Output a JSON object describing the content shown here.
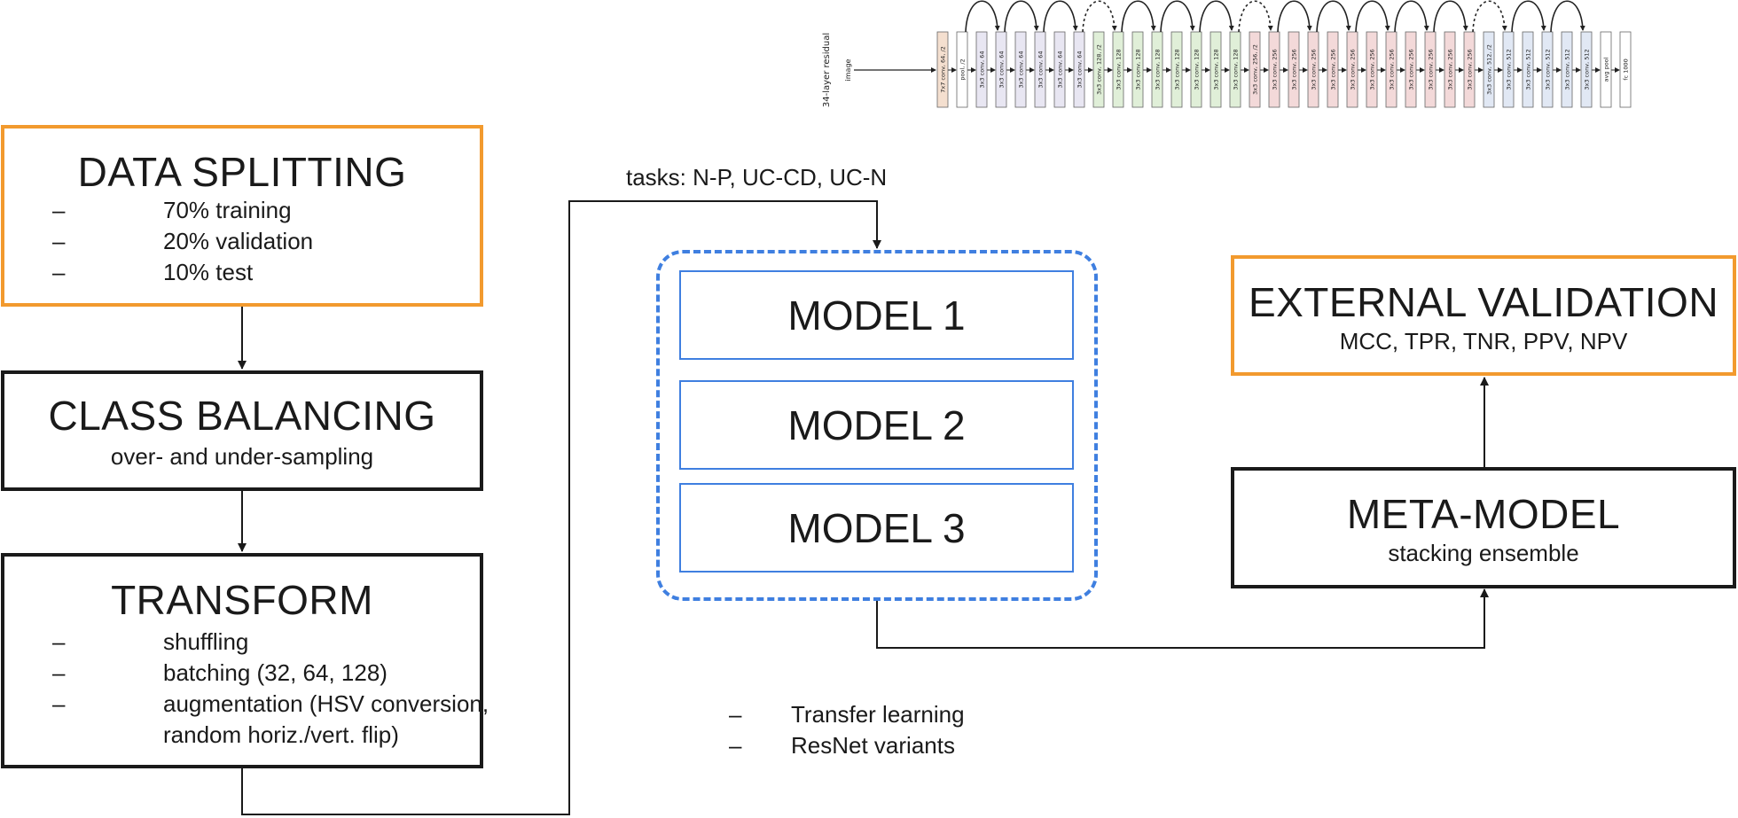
{
  "resnet": {
    "row_label": "34-layer residual",
    "input_label": "image",
    "layers": [
      {
        "label": "7x7 conv, 64, /2",
        "group": "stem"
      },
      {
        "label": "pool, /2",
        "group": "pool"
      },
      {
        "label": "3x3 conv, 64",
        "group": "c64"
      },
      {
        "label": "3x3 conv, 64",
        "group": "c64"
      },
      {
        "label": "3x3 conv, 64",
        "group": "c64"
      },
      {
        "label": "3x3 conv, 64",
        "group": "c64"
      },
      {
        "label": "3x3 conv, 64",
        "group": "c64"
      },
      {
        "label": "3x3 conv, 64",
        "group": "c64"
      },
      {
        "label": "3x3 conv, 128, /2",
        "group": "c128"
      },
      {
        "label": "3x3 conv, 128",
        "group": "c128"
      },
      {
        "label": "3x3 conv, 128",
        "group": "c128"
      },
      {
        "label": "3x3 conv, 128",
        "group": "c128"
      },
      {
        "label": "3x3 conv, 128",
        "group": "c128"
      },
      {
        "label": "3x3 conv, 128",
        "group": "c128"
      },
      {
        "label": "3x3 conv, 128",
        "group": "c128"
      },
      {
        "label": "3x3 conv, 128",
        "group": "c128"
      },
      {
        "label": "3x3 conv, 256, /2",
        "group": "c256"
      },
      {
        "label": "3x3 conv, 256",
        "group": "c256"
      },
      {
        "label": "3x3 conv, 256",
        "group": "c256"
      },
      {
        "label": "3x3 conv, 256",
        "group": "c256"
      },
      {
        "label": "3x3 conv, 256",
        "group": "c256"
      },
      {
        "label": "3x3 conv, 256",
        "group": "c256"
      },
      {
        "label": "3x3 conv, 256",
        "group": "c256"
      },
      {
        "label": "3x3 conv, 256",
        "group": "c256"
      },
      {
        "label": "3x3 conv, 256",
        "group": "c256"
      },
      {
        "label": "3x3 conv, 256",
        "group": "c256"
      },
      {
        "label": "3x3 conv, 256",
        "group": "c256"
      },
      {
        "label": "3x3 conv, 256",
        "group": "c256"
      },
      {
        "label": "3x3 conv, 512, /2",
        "group": "c512"
      },
      {
        "label": "3x3 conv, 512",
        "group": "c512"
      },
      {
        "label": "3x3 conv, 512",
        "group": "c512"
      },
      {
        "label": "3x3 conv, 512",
        "group": "c512"
      },
      {
        "label": "3x3 conv, 512",
        "group": "c512"
      },
      {
        "label": "3x3 conv, 512",
        "group": "c512"
      },
      {
        "label": "avg pool",
        "group": "pool"
      },
      {
        "label": "fc 1000",
        "group": "fc"
      }
    ],
    "group_colors": {
      "stem": "#f4dfcf",
      "pool": "#ffffff",
      "c64": "#e8e6f2",
      "c128": "#e0efd8",
      "c256": "#f3d9d9",
      "c512": "#e1e8f4",
      "fc": "#ffffff"
    },
    "skips": [
      {
        "from": 1,
        "to": 3,
        "dashed": false
      },
      {
        "from": 3,
        "to": 5,
        "dashed": false
      },
      {
        "from": 5,
        "to": 7,
        "dashed": false
      },
      {
        "from": 7,
        "to": 9,
        "dashed": true
      },
      {
        "from": 9,
        "to": 11,
        "dashed": false
      },
      {
        "from": 11,
        "to": 13,
        "dashed": false
      },
      {
        "from": 13,
        "to": 15,
        "dashed": false
      },
      {
        "from": 15,
        "to": 17,
        "dashed": true
      },
      {
        "from": 17,
        "to": 19,
        "dashed": false
      },
      {
        "from": 19,
        "to": 21,
        "dashed": false
      },
      {
        "from": 21,
        "to": 23,
        "dashed": false
      },
      {
        "from": 23,
        "to": 25,
        "dashed": false
      },
      {
        "from": 25,
        "to": 27,
        "dashed": false
      },
      {
        "from": 27,
        "to": 29,
        "dashed": true
      },
      {
        "from": 29,
        "to": 31,
        "dashed": false
      },
      {
        "from": 31,
        "to": 33,
        "dashed": false
      }
    ]
  },
  "data_splitting": {
    "title": "DATA SPLITTING",
    "items": [
      "70% training",
      "20% validation",
      "10% test"
    ]
  },
  "class_balancing": {
    "title": "CLASS BALANCING",
    "subtitle": "over- and under-sampling"
  },
  "transform": {
    "title": "TRANSFORM",
    "items": [
      "shuffling",
      "batching (32, 64, 128)",
      "augmentation (HSV conversion,"
    ],
    "continuation": "random horiz./vert. flip)"
  },
  "bullet_dash": "–",
  "tasks_label": "tasks: N-P, UC-CD, UC-N",
  "models": [
    "MODEL 1",
    "MODEL 2",
    "MODEL 3"
  ],
  "model_notes": [
    "Transfer learning",
    "ResNet variants"
  ],
  "external_validation": {
    "title": "EXTERNAL VALIDATION",
    "subtitle": "MCC, TPR, TNR, PPV, NPV"
  },
  "meta_model": {
    "title": "META-MODEL",
    "subtitle": "stacking ensemble"
  },
  "colors": {
    "orange": "#f29a2e",
    "black": "#1a1a1a",
    "blue": "#3f7fe0"
  }
}
